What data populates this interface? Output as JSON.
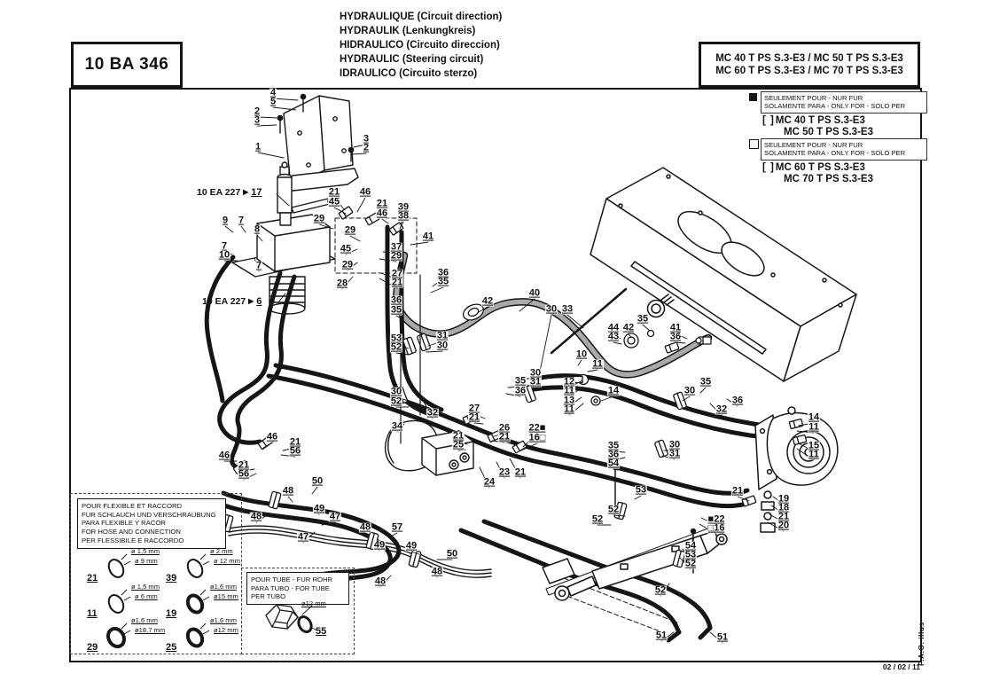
{
  "header": {
    "doc_code": "10 BA 346",
    "titles": [
      "HYDRAULIQUE (Circuit direction)",
      "HYDRAULIK (Lenkungkreis)",
      "HIDRAULICO (Circuito direccion)",
      "HYDRAULIC (Steering circuit)",
      "IDRAULICO (Circuito sterzo)"
    ],
    "models_line1": "MC 40 T PS S.3-E3 / MC 50 T PS S.3-E3",
    "models_line2": "MC 60 T PS S.3-E3 / MC 70 T PS S.3-E3"
  },
  "legend": {
    "only_for_line1": "SEULEMENT POUR - NUR FUR",
    "only_for_line2": "SOLAMENTE PARA - ONLY FOR - SOLO PER",
    "bracket": "[ ]",
    "group1": {
      "marker": "filled-square",
      "models": [
        "MC 40 T PS S.3-E3",
        "MC 50 T PS S.3-E3"
      ]
    },
    "group2": {
      "marker": "open-square",
      "models": [
        "MC 60 T PS S.3-E3",
        "MC 70 T PS S.3-E3"
      ]
    }
  },
  "ref_tags": [
    {
      "text": "10 EA 227",
      "arrow": "▶",
      "num": "17"
    },
    {
      "text": "10 EA 227",
      "arrow": "▶",
      "num": "6"
    }
  ],
  "hose_box": {
    "title_lines": [
      "POUR FLEXIBLE ET RACCORD",
      "FUR SCHLAUCH UND VERSCHRAUBUNG",
      "PARA FLEXIBLE Y RACOR",
      "FOR HOSE AND CONNECTION",
      "PER FLESSIBILE E RACCORDO"
    ],
    "items": [
      {
        "ref": "21",
        "d1": "ø 1,5 mm",
        "d2": "ø 9 mm"
      },
      {
        "ref": "39",
        "d1": "ø 2 mm",
        "d2": "ø 12 mm"
      },
      {
        "ref": "11",
        "d1": "ø 1,5 mm",
        "d2": "ø 6 mm"
      },
      {
        "ref": "19",
        "d1": "ø1,6 mm",
        "d2": "ø15 mm"
      },
      {
        "ref": "29",
        "d1": "ø1,6 mm",
        "d2": "ø18,7 mm"
      },
      {
        "ref": "25",
        "d1": "ø1,6 mm",
        "d2": "ø12 mm"
      }
    ]
  },
  "tube_box": {
    "title_lines": [
      "POUR TUBE - FUR ROHR",
      "PARA TUBO - FOR TUBE",
      "PER TUBO"
    ],
    "item": {
      "ref": "55",
      "d1": "ø12 mm"
    }
  },
  "footer": {
    "date": "02 / 02 / 11",
    "credit": "P.A.O.  illus"
  },
  "colors": {
    "line": "#161616",
    "hose_black": "#151515",
    "hose_gray": "#a9a9a9"
  },
  "callouts": [
    [
      "4",
      308,
      106,
      336,
      113
    ],
    [
      "5",
      308,
      116,
      334,
      124
    ],
    [
      "2",
      290,
      127,
      314,
      133
    ],
    [
      "3",
      290,
      137,
      312,
      141
    ],
    [
      "3",
      413,
      158,
      399,
      166
    ],
    [
      "2",
      413,
      168,
      397,
      174
    ],
    [
      "1",
      291,
      167,
      320,
      178
    ],
    [
      "9",
      254,
      250,
      263,
      262
    ],
    [
      "7",
      272,
      250,
      277,
      262
    ],
    [
      "8",
      290,
      260,
      296,
      272
    ],
    [
      "7",
      253,
      279,
      262,
      287
    ],
    [
      "10",
      253,
      289,
      268,
      294
    ],
    [
      "7",
      292,
      301,
      287,
      291
    ],
    [
      "21",
      377,
      218,
      388,
      236
    ],
    [
      "45",
      377,
      229,
      390,
      241
    ],
    [
      "46",
      412,
      218,
      403,
      239
    ],
    [
      "29",
      360,
      248,
      376,
      258
    ],
    [
      "21",
      431,
      231,
      436,
      247
    ],
    [
      "46",
      431,
      242,
      438,
      252
    ],
    [
      "39",
      455,
      235,
      452,
      255
    ],
    [
      "38",
      455,
      245,
      451,
      258
    ],
    [
      "29",
      395,
      261,
      406,
      272
    ],
    [
      "45",
      390,
      282,
      403,
      281
    ],
    [
      "37",
      447,
      280,
      432,
      284
    ],
    [
      "29",
      447,
      290,
      428,
      292
    ],
    [
      "29",
      392,
      300,
      403,
      296
    ],
    [
      "27",
      448,
      310,
      430,
      308
    ],
    [
      "21",
      448,
      320,
      428,
      314
    ],
    [
      "28",
      386,
      321,
      398,
      312
    ],
    [
      "41",
      483,
      268,
      463,
      276
    ],
    [
      "36",
      500,
      309,
      488,
      323
    ],
    [
      "35",
      500,
      319,
      486,
      330
    ],
    [
      "36",
      447,
      340,
      452,
      353
    ],
    [
      "35",
      447,
      351,
      452,
      359
    ],
    [
      "42",
      550,
      341,
      540,
      352
    ],
    [
      "40",
      603,
      332,
      586,
      351
    ],
    [
      "30",
      622,
      350,
      608,
      424
    ],
    [
      "33",
      640,
      350,
      658,
      370
    ],
    [
      "53",
      447,
      383,
      461,
      393
    ],
    [
      "52",
      447,
      393,
      461,
      400
    ],
    [
      "31",
      499,
      380,
      483,
      390
    ],
    [
      "30",
      499,
      391,
      481,
      397
    ],
    [
      "30",
      447,
      443,
      461,
      452
    ],
    [
      "52",
      447,
      454,
      461,
      459
    ],
    [
      "32",
      488,
      467,
      478,
      453
    ],
    [
      "34",
      448,
      482,
      456,
      478
    ],
    [
      "35",
      725,
      361,
      733,
      373
    ],
    [
      "44",
      692,
      371,
      700,
      382
    ],
    [
      "43",
      692,
      381,
      701,
      388
    ],
    [
      "42",
      709,
      371,
      712,
      381
    ],
    [
      "41",
      762,
      371,
      775,
      382
    ],
    [
      "36",
      762,
      381,
      773,
      387
    ],
    [
      "30",
      604,
      422,
      589,
      427
    ],
    [
      "31",
      604,
      432,
      587,
      434
    ],
    [
      "35",
      587,
      431,
      573,
      437
    ],
    [
      "36",
      587,
      442,
      571,
      444
    ],
    [
      "10",
      656,
      401,
      652,
      412
    ],
    [
      "11",
      674,
      412,
      663,
      419
    ],
    [
      "12",
      642,
      432,
      657,
      429
    ],
    [
      "11",
      642,
      442,
      655,
      438
    ],
    [
      "13",
      642,
      453,
      656,
      448
    ],
    [
      "11",
      642,
      463,
      658,
      455
    ],
    [
      "14",
      692,
      442,
      678,
      452
    ],
    [
      "35",
      796,
      432,
      790,
      443
    ],
    [
      "30",
      778,
      442,
      770,
      452
    ],
    [
      "32",
      814,
      463,
      801,
      455
    ],
    [
      "36",
      832,
      453,
      820,
      450
    ],
    [
      "22■",
      606,
      484,
      590,
      504
    ],
    [
      "16□",
      606,
      495,
      588,
      508
    ],
    [
      "27",
      535,
      462,
      547,
      472
    ],
    [
      "21",
      535,
      472,
      545,
      478
    ],
    [
      "26",
      569,
      484,
      557,
      492
    ],
    [
      "21",
      569,
      494,
      555,
      497
    ],
    [
      "21",
      517,
      493,
      527,
      501
    ],
    [
      "25",
      517,
      503,
      525,
      507
    ],
    [
      "23",
      569,
      534,
      560,
      521
    ],
    [
      "21",
      587,
      534,
      575,
      517
    ],
    [
      "24",
      552,
      545,
      541,
      527
    ],
    [
      "46",
      307,
      494,
      297,
      505
    ],
    [
      "21",
      333,
      500,
      319,
      508
    ],
    [
      "56",
      333,
      510,
      317,
      513
    ],
    [
      "46",
      253,
      515,
      267,
      520
    ],
    [
      "21",
      275,
      526,
      287,
      529
    ],
    [
      "56",
      275,
      536,
      289,
      534
    ],
    [
      "48",
      325,
      555,
      330,
      566
    ],
    [
      "50",
      358,
      544,
      352,
      557
    ],
    [
      "49",
      360,
      575,
      345,
      572
    ],
    [
      "48",
      289,
      584,
      301,
      581
    ],
    [
      "47",
      378,
      584,
      363,
      592
    ],
    [
      "47",
      342,
      607,
      355,
      600
    ],
    [
      "48",
      412,
      596,
      416,
      607
    ],
    [
      "57",
      448,
      596,
      439,
      606
    ],
    [
      "49",
      428,
      616,
      421,
      612
    ],
    [
      "49",
      464,
      617,
      473,
      625
    ],
    [
      "50",
      510,
      626,
      493,
      631
    ],
    [
      "48",
      493,
      646,
      485,
      638
    ],
    [
      "48",
      429,
      657,
      441,
      649
    ],
    [
      "14",
      918,
      472,
      901,
      480
    ],
    [
      "11",
      918,
      483,
      899,
      486
    ],
    [
      "15",
      918,
      504,
      901,
      500
    ],
    [
      "11",
      918,
      514,
      899,
      506
    ],
    [
      "21",
      832,
      555,
      845,
      565
    ],
    [
      "19",
      884,
      564,
      872,
      560
    ],
    [
      "18",
      884,
      574,
      870,
      570
    ],
    [
      "21",
      884,
      584,
      868,
      580
    ],
    [
      "20",
      884,
      594,
      866,
      589
    ],
    [
      "■22",
      808,
      587,
      791,
      584
    ],
    [
      "□16",
      808,
      597,
      789,
      591
    ],
    [
      "30",
      761,
      503,
      749,
      508
    ],
    [
      "31",
      761,
      513,
      747,
      514
    ],
    [
      "35",
      692,
      504,
      705,
      510
    ],
    [
      "36",
      692,
      514,
      705,
      516
    ],
    [
      "54",
      692,
      524,
      697,
      530
    ],
    [
      "53",
      723,
      554,
      716,
      563
    ],
    [
      "52",
      692,
      576,
      705,
      582
    ],
    [
      "52",
      674,
      587,
      689,
      592
    ],
    [
      "54",
      779,
      617,
      782,
      604
    ],
    [
      "53",
      779,
      627,
      770,
      619
    ],
    [
      "52",
      779,
      637,
      767,
      629
    ],
    [
      "52",
      745,
      667,
      755,
      658
    ],
    [
      "51",
      746,
      718,
      760,
      713
    ],
    [
      "51",
      815,
      720,
      801,
      713
    ]
  ]
}
